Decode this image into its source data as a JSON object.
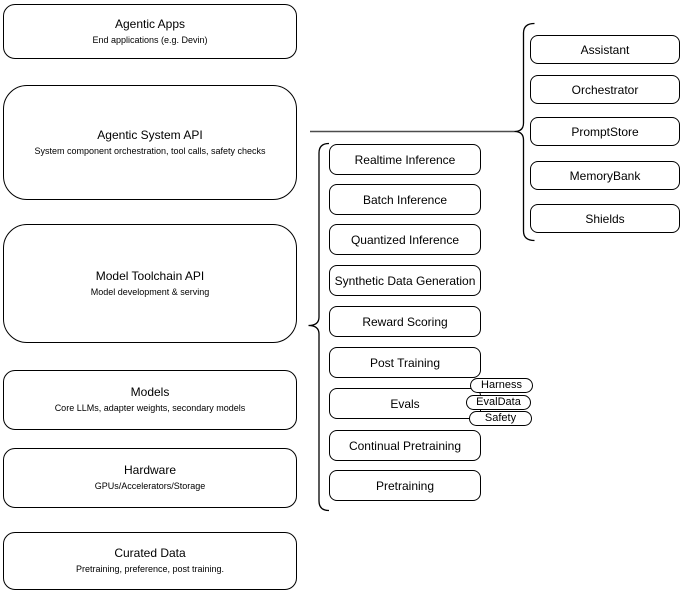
{
  "diagram": {
    "stack_layers": [
      {
        "title": "Agentic Apps",
        "subtitle": "End applications (e.g. Devin)"
      },
      {
        "title": "Agentic System API",
        "subtitle": "System component orchestration, tool calls, safety checks"
      },
      {
        "title": "Model Toolchain API",
        "subtitle": "Model development & serving"
      },
      {
        "title": "Models",
        "subtitle": "Core LLMs, adapter weights, secondary models"
      },
      {
        "title": "Hardware",
        "subtitle": "GPUs/Accelerators/Storage"
      },
      {
        "title": "Curated Data",
        "subtitle": "Pretraining, preference, post training."
      }
    ],
    "toolchain_services": [
      "Realtime Inference",
      "Batch Inference",
      "Quantized Inference",
      "Synthetic Data Generation",
      "Reward Scoring",
      "Post Training",
      "Evals",
      "Continual Pretraining",
      "Pretraining"
    ],
    "eval_tags": [
      "Harness",
      "EvalData",
      "Safety"
    ],
    "system_components": [
      "Assistant",
      "Orchestrator",
      "PromptStore",
      "MemoryBank",
      "Shields"
    ]
  },
  "colors": {
    "stroke": "#000000",
    "fill": "#ffffff",
    "connector_line": "#4d4d4d"
  }
}
